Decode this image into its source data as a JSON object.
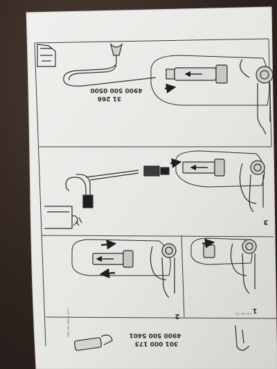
{
  "document": {
    "top_panel": {
      "part_codes": [
        "31 266",
        "4900 500 0500"
      ]
    },
    "middle_panel": {
      "step_number": "3"
    },
    "lower_left_panel": {
      "step_number": "2"
    },
    "lower_right_panel": {
      "step_number": "1"
    },
    "bottom": {
      "part_codes": [
        "301 000 173",
        "4900 500 5401"
      ],
      "fine_print_left": "0002 367 0000 4-4471",
      "fine_print_right": "3.61 000 173"
    },
    "colors": {
      "paper": "#e9e9e6",
      "ink": "#2a2a2a",
      "shadow": "#bdbcb8"
    }
  }
}
